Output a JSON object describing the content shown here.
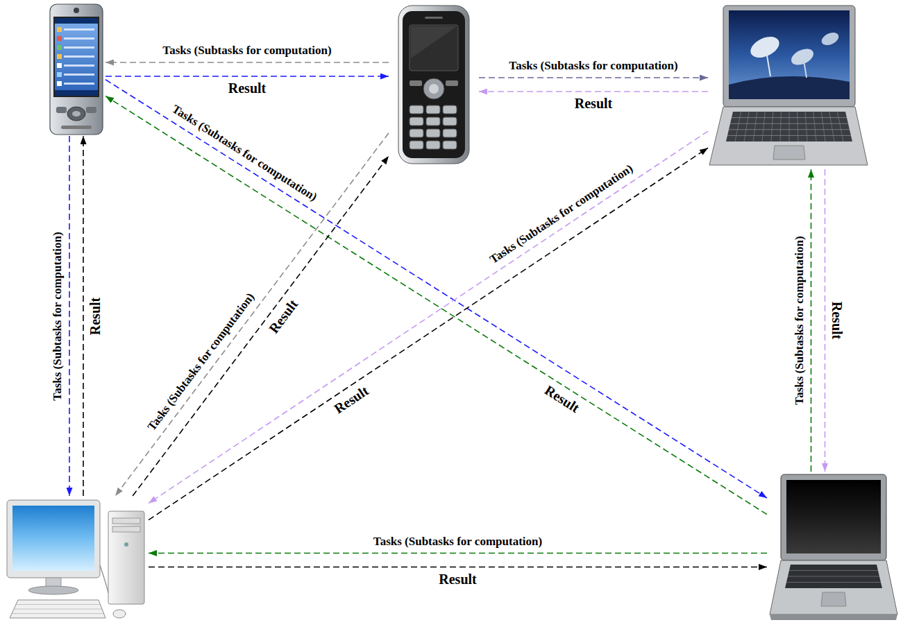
{
  "diagram": {
    "nodes": [
      {
        "text": []
      },
      {
        "text": []
      },
      {
        "text": []
      },
      {
        "text": []
      },
      {
        "text": []
      }
    ],
    "edges": [
      {
        "from": 1,
        "to": 0,
        "arrow": "to",
        "label": "Tasks (Subtasks for computation)"
      },
      {
        "from": 0,
        "to": 1,
        "arrow": "to",
        "label": "Result"
      },
      {
        "from": 1,
        "to": 2,
        "arrow": "to",
        "label": "Tasks (Subtasks for computation)"
      },
      {
        "from": 2,
        "to": 1,
        "arrow": "to",
        "label": "Result"
      },
      {
        "from": 0,
        "to": 4,
        "arrow": "to",
        "label": "Tasks (Subtasks for computation)"
      },
      {
        "from": 4,
        "to": 0,
        "arrow": "to",
        "label": "Result"
      },
      {
        "from": 0,
        "to": 3,
        "arrow": "to",
        "label": "Tasks (Subtasks for computation)"
      },
      {
        "from": 3,
        "to": 0,
        "arrow": "to",
        "label": "Result"
      },
      {
        "from": 1,
        "to": 3,
        "arrow": "to",
        "label": "Tasks (Subtasks for computation)"
      },
      {
        "from": 3,
        "to": 1,
        "arrow": "to",
        "label": "Result"
      },
      {
        "from": 2,
        "to": 3,
        "arrow": "to",
        "label": "Tasks (Subtasks for computation)"
      },
      {
        "from": 3,
        "to": 2,
        "arrow": "to",
        "label": "Result"
      },
      {
        "from": 4,
        "to": 2,
        "arrow": "to",
        "label": "Tasks (Subtasks for computation)"
      },
      {
        "from": 2,
        "to": 4,
        "arrow": "to",
        "label": "Result"
      },
      {
        "from": 4,
        "to": 3,
        "arrow": "to",
        "label": "Tasks (Subtasks for computation)"
      },
      {
        "from": 3,
        "to": 4,
        "arrow": "to",
        "label": "Result"
      }
    ]
  }
}
